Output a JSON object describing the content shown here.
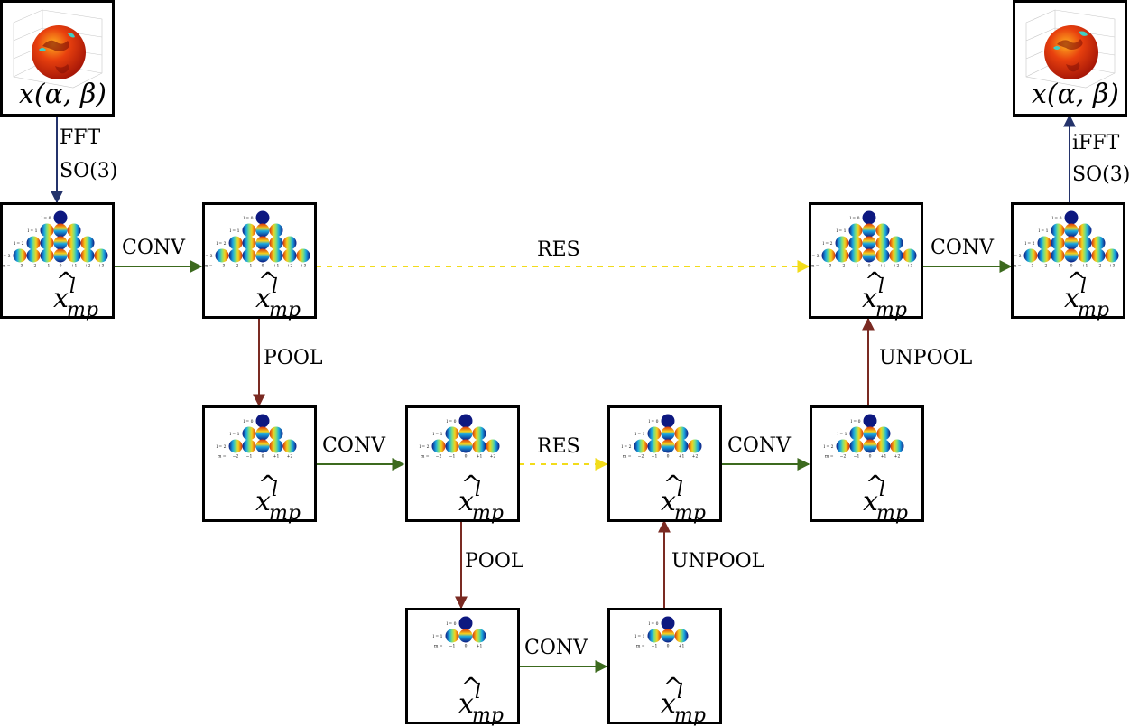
{
  "signal_label": "x(α, β)",
  "coeff_hat_var": "x",
  "coeff_sup": "l",
  "coeff_sub": "mp",
  "ops": {
    "fft": "FFT",
    "so3": "SO(3)",
    "ifft": "iFFT",
    "conv": "CONV",
    "pool": "POOL",
    "unpool": "UNPOOL",
    "res": "RES"
  },
  "triangle_labels": {
    "l0": "l = 0",
    "l1": "l = 1",
    "l2": "l = 2",
    "l3": "l = 3",
    "m_prefix": "m =",
    "m3": [
      "−3",
      "−2",
      "−1",
      "0",
      "+1",
      "+2",
      "+3"
    ],
    "m2": [
      "−2",
      "−1",
      "0",
      "+1",
      "+2"
    ],
    "m1": [
      "−1",
      "0",
      "+1"
    ]
  },
  "colors": {
    "flow_arrow": "#24336b",
    "conv_arrow": "#3c6a1e",
    "pool_arrow": "#7a2a22",
    "res_arrow": "#f2dc1a",
    "sphere_dark": "#0d1880"
  }
}
